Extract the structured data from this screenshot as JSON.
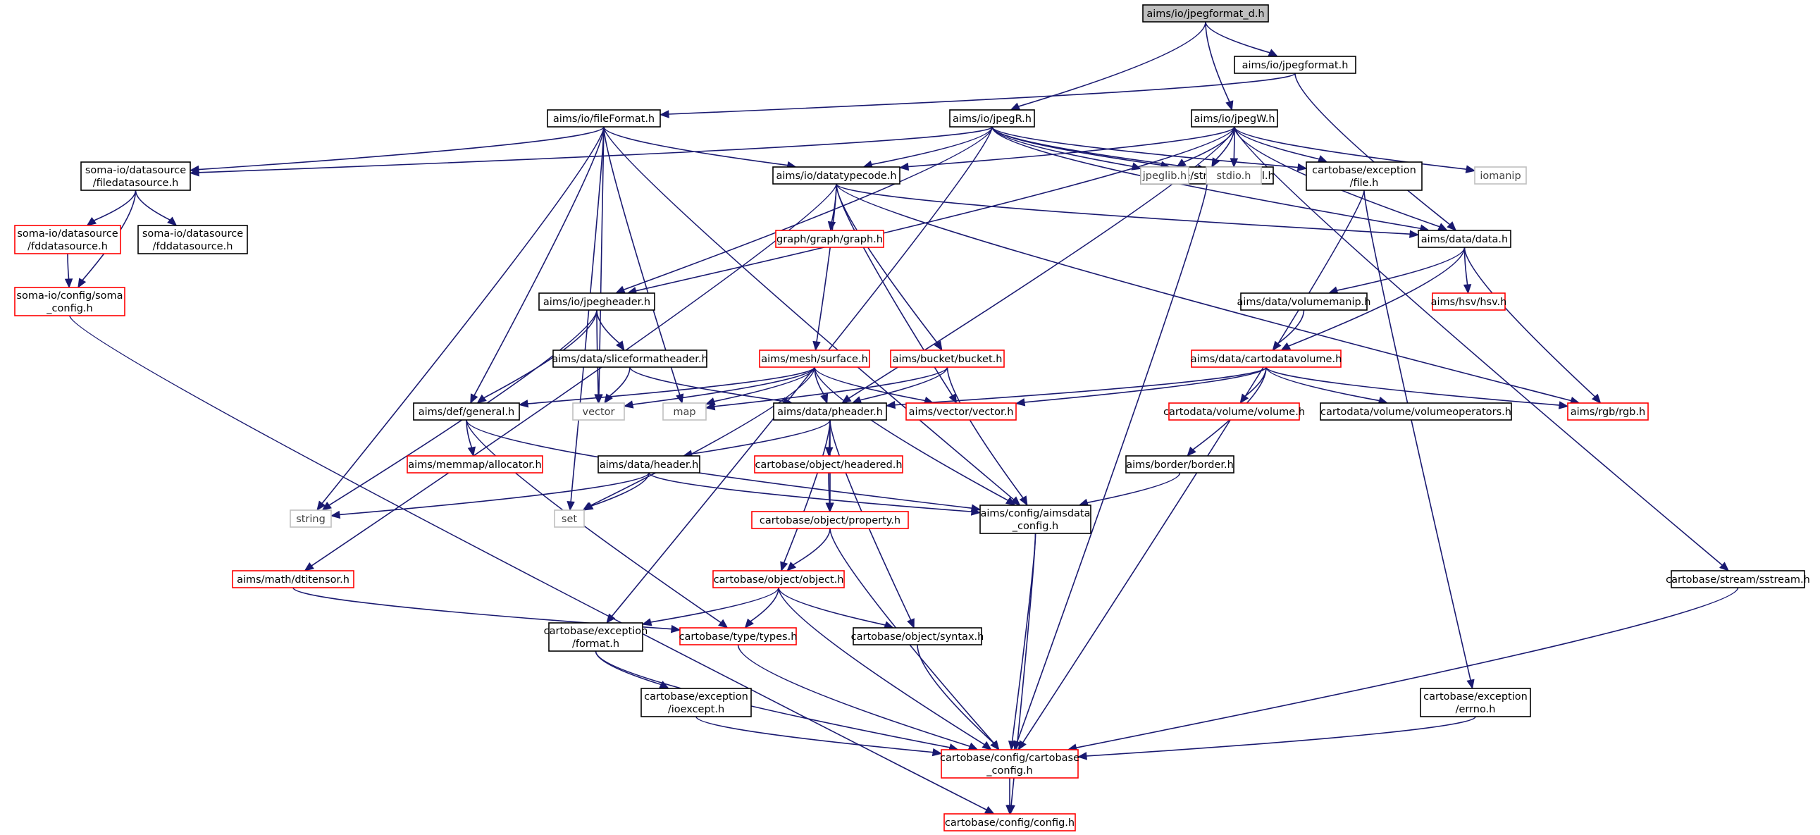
{
  "diagram": {
    "title": "aims/io/jpegformat_d.h",
    "colors": {
      "edge": "#191970",
      "root_fill": "#bfbfbf",
      "normal_stroke": "#000000",
      "truncated_stroke": "#ff0000",
      "system_stroke": "#bfbfbf",
      "system_text": "#3f3f3f"
    },
    "nodes": [
      {
        "id": "root",
        "lines": [
          "aims/io/jpegformat_d.h"
        ],
        "kind": "root"
      },
      {
        "id": "jpegformat",
        "lines": [
          "aims/io/jpegformat.h"
        ],
        "kind": "normal"
      },
      {
        "id": "fileFormat",
        "lines": [
          "aims/io/fileFormat.h"
        ],
        "kind": "normal"
      },
      {
        "id": "jpegR",
        "lines": [
          "aims/io/jpegR.h"
        ],
        "kind": "normal"
      },
      {
        "id": "jpegW",
        "lines": [
          "aims/io/jpegW.h"
        ],
        "kind": "normal"
      },
      {
        "id": "filedatasource",
        "lines": [
          "soma-io/datasource",
          "/filedatasource.h"
        ],
        "kind": "normal"
      },
      {
        "id": "datatypecode",
        "lines": [
          "aims/io/datatypecode.h"
        ],
        "kind": "normal"
      },
      {
        "id": "fileutil",
        "lines": [
          "cartobase/stream/fileutil.h"
        ],
        "kind": "normal"
      },
      {
        "id": "jpeglib",
        "lines": [
          "jpeglib.h"
        ],
        "kind": "system"
      },
      {
        "id": "stdio",
        "lines": [
          "stdio.h"
        ],
        "kind": "system"
      },
      {
        "id": "exfile",
        "lines": [
          "cartobase/exception",
          "/file.h"
        ],
        "kind": "normal"
      },
      {
        "id": "iomanip",
        "lines": [
          "iomanip"
        ],
        "kind": "system"
      },
      {
        "id": "fdds_red",
        "lines": [
          "soma-io/datasource",
          "/fddatasource.h"
        ],
        "kind": "truncated"
      },
      {
        "id": "fdds_blk",
        "lines": [
          "soma-io/datasource",
          "/fddatasource.h"
        ],
        "kind": "normal"
      },
      {
        "id": "graph",
        "lines": [
          "graph/graph/graph.h"
        ],
        "kind": "truncated"
      },
      {
        "id": "data",
        "lines": [
          "aims/data/data.h"
        ],
        "kind": "normal"
      },
      {
        "id": "somaconfig",
        "lines": [
          "soma-io/config/soma",
          "_config.h"
        ],
        "kind": "truncated"
      },
      {
        "id": "jpegheader",
        "lines": [
          "aims/io/jpegheader.h"
        ],
        "kind": "normal"
      },
      {
        "id": "volumemanip",
        "lines": [
          "aims/data/volumemanip.h"
        ],
        "kind": "normal"
      },
      {
        "id": "hsv",
        "lines": [
          "aims/hsv/hsv.h"
        ],
        "kind": "truncated"
      },
      {
        "id": "sliceformat",
        "lines": [
          "aims/data/sliceformatheader.h"
        ],
        "kind": "normal"
      },
      {
        "id": "surface",
        "lines": [
          "aims/mesh/surface.h"
        ],
        "kind": "truncated"
      },
      {
        "id": "bucket",
        "lines": [
          "aims/bucket/bucket.h"
        ],
        "kind": "truncated"
      },
      {
        "id": "cartodatavolume",
        "lines": [
          "aims/data/cartodatavolume.h"
        ],
        "kind": "truncated"
      },
      {
        "id": "general",
        "lines": [
          "aims/def/general.h"
        ],
        "kind": "normal"
      },
      {
        "id": "vector",
        "lines": [
          "vector"
        ],
        "kind": "system"
      },
      {
        "id": "map",
        "lines": [
          "map"
        ],
        "kind": "system"
      },
      {
        "id": "pheader",
        "lines": [
          "aims/data/pheader.h"
        ],
        "kind": "normal"
      },
      {
        "id": "vecvec",
        "lines": [
          "aims/vector/vector.h"
        ],
        "kind": "truncated"
      },
      {
        "id": "volume",
        "lines": [
          "cartodata/volume/volume.h"
        ],
        "kind": "truncated"
      },
      {
        "id": "volops",
        "lines": [
          "cartodata/volume/volumeoperators.h"
        ],
        "kind": "normal"
      },
      {
        "id": "rgb",
        "lines": [
          "aims/rgb/rgb.h"
        ],
        "kind": "truncated"
      },
      {
        "id": "allocator",
        "lines": [
          "aims/memmap/allocator.h"
        ],
        "kind": "truncated"
      },
      {
        "id": "header",
        "lines": [
          "aims/data/header.h"
        ],
        "kind": "normal"
      },
      {
        "id": "headered",
        "lines": [
          "cartobase/object/headered.h"
        ],
        "kind": "truncated"
      },
      {
        "id": "border",
        "lines": [
          "aims/border/border.h"
        ],
        "kind": "normal"
      },
      {
        "id": "string",
        "lines": [
          "string"
        ],
        "kind": "system"
      },
      {
        "id": "set",
        "lines": [
          "set"
        ],
        "kind": "system"
      },
      {
        "id": "aimsdataconfig",
        "lines": [
          "aims/config/aimsdata",
          "_config.h"
        ],
        "kind": "normal"
      },
      {
        "id": "property",
        "lines": [
          "cartobase/object/property.h"
        ],
        "kind": "truncated"
      },
      {
        "id": "dtitensor",
        "lines": [
          "aims/math/dtitensor.h"
        ],
        "kind": "truncated"
      },
      {
        "id": "object",
        "lines": [
          "cartobase/object/object.h"
        ],
        "kind": "truncated"
      },
      {
        "id": "sstream",
        "lines": [
          "cartobase/stream/sstream.h"
        ],
        "kind": "normal"
      },
      {
        "id": "exformat",
        "lines": [
          "cartobase/exception",
          "/format.h"
        ],
        "kind": "normal"
      },
      {
        "id": "types",
        "lines": [
          "cartobase/type/types.h"
        ],
        "kind": "truncated"
      },
      {
        "id": "syntax",
        "lines": [
          "cartobase/object/syntax.h"
        ],
        "kind": "normal"
      },
      {
        "id": "ioexcept",
        "lines": [
          "cartobase/exception",
          "/ioexcept.h"
        ],
        "kind": "normal"
      },
      {
        "id": "errno",
        "lines": [
          "cartobase/exception",
          "/errno.h"
        ],
        "kind": "normal"
      },
      {
        "id": "cartobaseconfig",
        "lines": [
          "cartobase/config/cartobase",
          "_config.h"
        ],
        "kind": "truncated"
      },
      {
        "id": "config",
        "lines": [
          "cartobase/config/config.h"
        ],
        "kind": "truncated"
      }
    ]
  }
}
